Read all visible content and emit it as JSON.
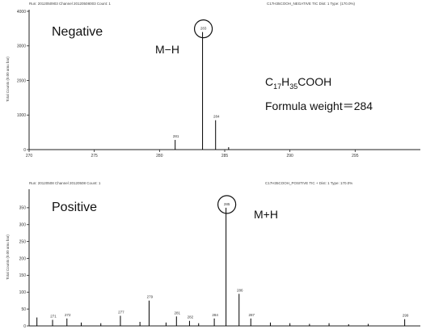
{
  "chart_data": [
    {
      "type": "bar",
      "panel_label": "Negative",
      "ion_label": "M−H",
      "compound": {
        "prefix": "C",
        "sub1": "17",
        "mid": "H",
        "sub2": "35",
        "suffix": "COOH"
      },
      "formula_weight_text": "Formula weight＝284",
      "ylabel": "Total Counts (0.00 amu bar)",
      "xlim": [
        270,
        300
      ],
      "ylim": [
        0,
        4000
      ],
      "xticks": [
        270,
        275,
        280,
        285,
        290,
        295
      ],
      "yticks": [
        0,
        1000,
        2000,
        3000,
        4000
      ],
      "circled_peak": 283,
      "peaks": [
        {
          "x": 281.2,
          "y": 280,
          "label": "281"
        },
        {
          "x": 283.3,
          "y": 3400,
          "label": "283"
        },
        {
          "x": 284.3,
          "y": 850,
          "label": "284"
        },
        {
          "x": 285.3,
          "y": 70,
          "label": ""
        }
      ]
    },
    {
      "type": "bar",
      "panel_label": "Positive",
      "ion_label": "M+H",
      "ylabel": "Total Counts (0.00 amu bar)",
      "xlim": [
        270,
        300
      ],
      "ylim": [
        0,
        400
      ],
      "yticks": [
        0,
        50,
        100,
        150,
        200,
        250,
        300,
        350
      ],
      "circled_peak": 285,
      "peaks": [
        {
          "x": 270.6,
          "y": 25,
          "label": ""
        },
        {
          "x": 271.8,
          "y": 18,
          "label": "271"
        },
        {
          "x": 272.9,
          "y": 22,
          "label": "272"
        },
        {
          "x": 274.0,
          "y": 10,
          "label": ""
        },
        {
          "x": 275.5,
          "y": 8,
          "label": ""
        },
        {
          "x": 277.0,
          "y": 30,
          "label": "277"
        },
        {
          "x": 278.5,
          "y": 12,
          "label": ""
        },
        {
          "x": 279.2,
          "y": 75,
          "label": "279"
        },
        {
          "x": 280.5,
          "y": 10,
          "label": ""
        },
        {
          "x": 281.3,
          "y": 28,
          "label": "281"
        },
        {
          "x": 282.3,
          "y": 15,
          "label": "282"
        },
        {
          "x": 283.0,
          "y": 8,
          "label": ""
        },
        {
          "x": 284.2,
          "y": 22,
          "label": "284"
        },
        {
          "x": 285.1,
          "y": 350,
          "label": "285"
        },
        {
          "x": 286.1,
          "y": 95,
          "label": "286"
        },
        {
          "x": 287.0,
          "y": 22,
          "label": "287"
        },
        {
          "x": 288.5,
          "y": 10,
          "label": ""
        },
        {
          "x": 290.0,
          "y": 8,
          "label": ""
        },
        {
          "x": 291.5,
          "y": 6,
          "label": ""
        },
        {
          "x": 293.0,
          "y": 8,
          "label": ""
        },
        {
          "x": 294.5,
          "y": 5,
          "label": ""
        },
        {
          "x": 296.0,
          "y": 6,
          "label": ""
        },
        {
          "x": 298.8,
          "y": 20,
          "label": "299"
        }
      ]
    }
  ],
  "colors": {
    "ink": "#111111",
    "axis": "#222222",
    "peak": "#000000"
  }
}
